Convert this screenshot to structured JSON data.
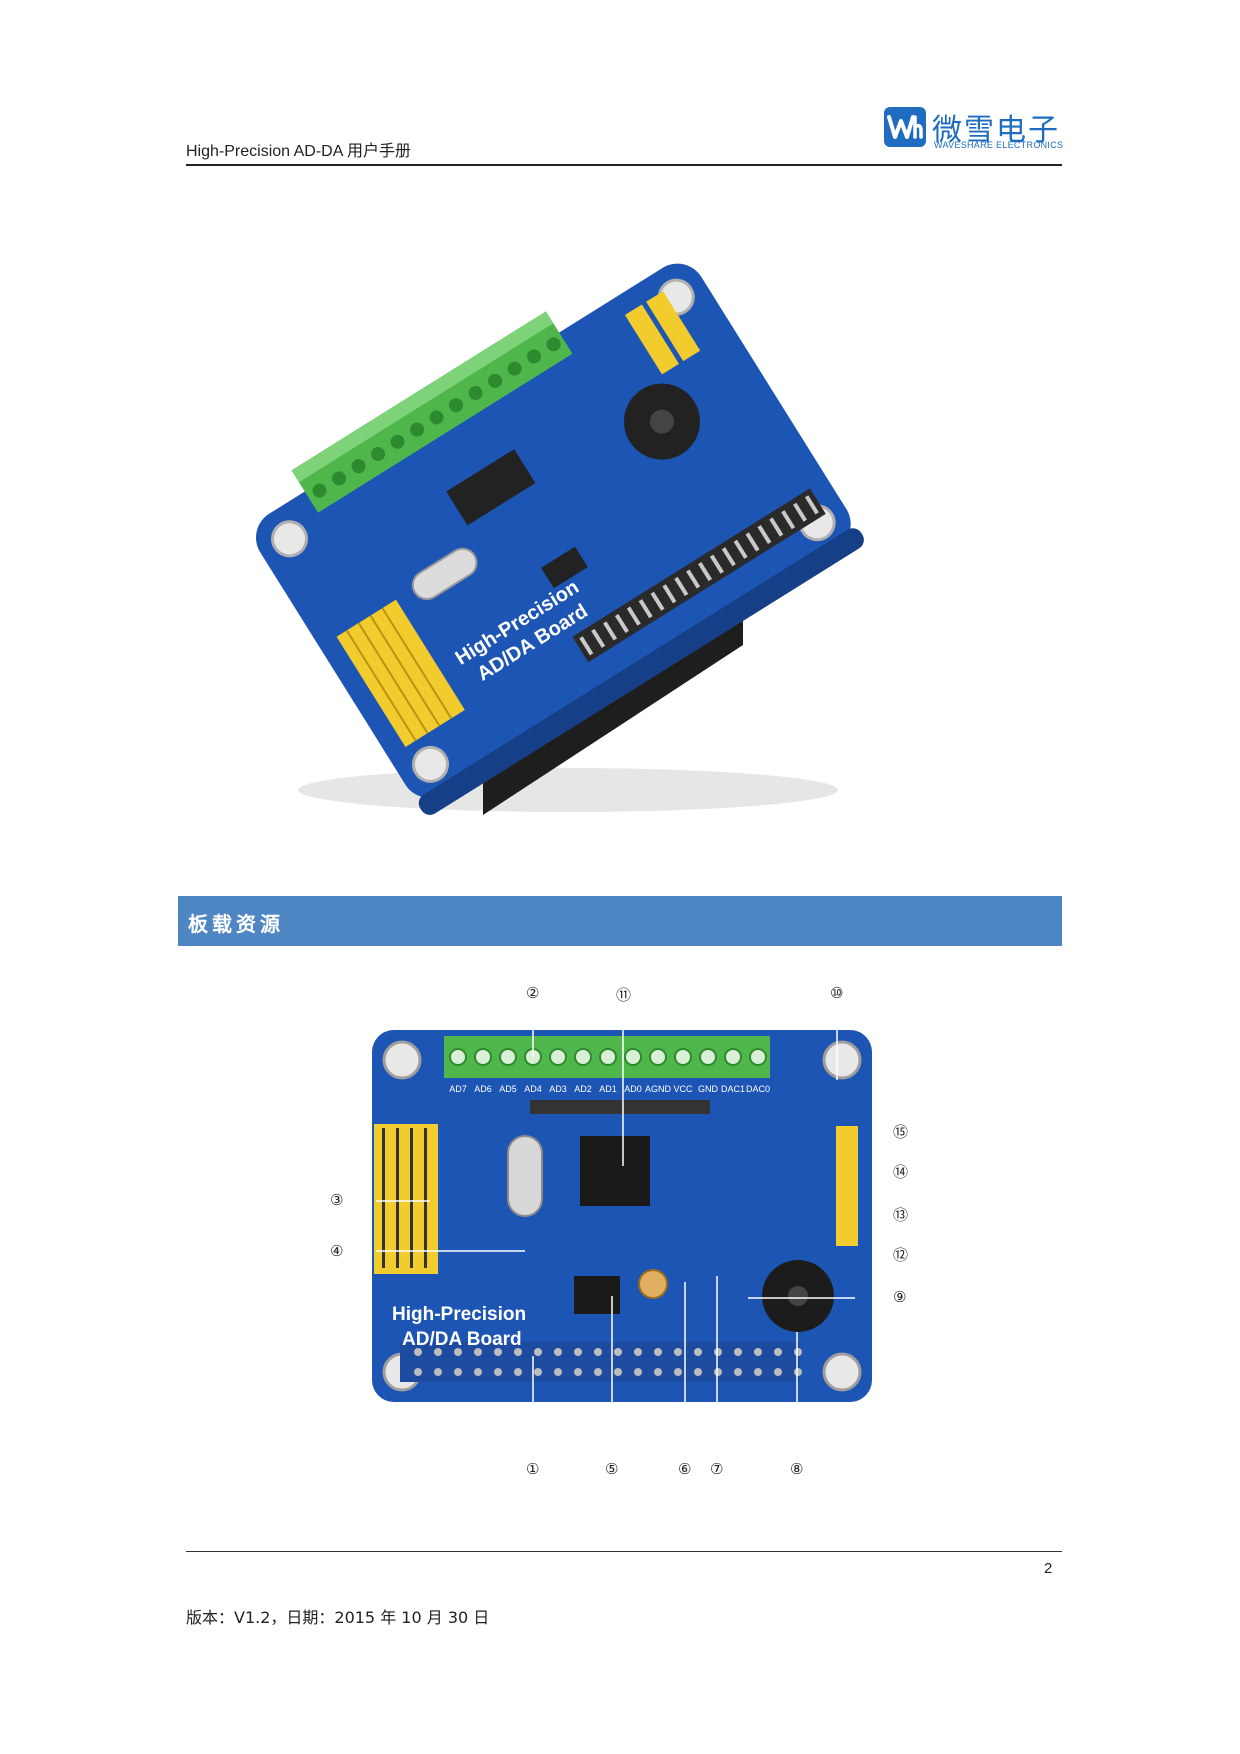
{
  "header": {
    "doc_title": "High-Precision AD-DA 用户手册",
    "logo_text_zh": "微雪电子",
    "logo_text_en": "WAVESHARE ELECTRONICS"
  },
  "section": {
    "title": "板载资源"
  },
  "board_label": {
    "line1": "High-Precision",
    "line2": "AD/DA Board"
  },
  "terminal_labels": [
    "AD7",
    "AD6",
    "AD5",
    "AD4",
    "AD3",
    "AD2",
    "AD1",
    "AD0",
    "AGND",
    "VCC",
    "GND",
    "DAC1",
    "DAC0"
  ],
  "callouts": [
    "①",
    "②",
    "③",
    "④",
    "⑤",
    "⑥",
    "⑦",
    "⑧",
    "⑨",
    "⑩",
    "⑪",
    "⑫",
    "⑬",
    "⑭",
    "⑮"
  ],
  "footer": {
    "page_number": "2",
    "version_line": "版本：V1.2，日期：2015 年 10 月 30 日"
  },
  "colors": {
    "accent": "#4e86c4",
    "board_blue": "#1d55b4",
    "terminal_green": "#4fb64b",
    "header_yellow": "#f2cc2c"
  }
}
